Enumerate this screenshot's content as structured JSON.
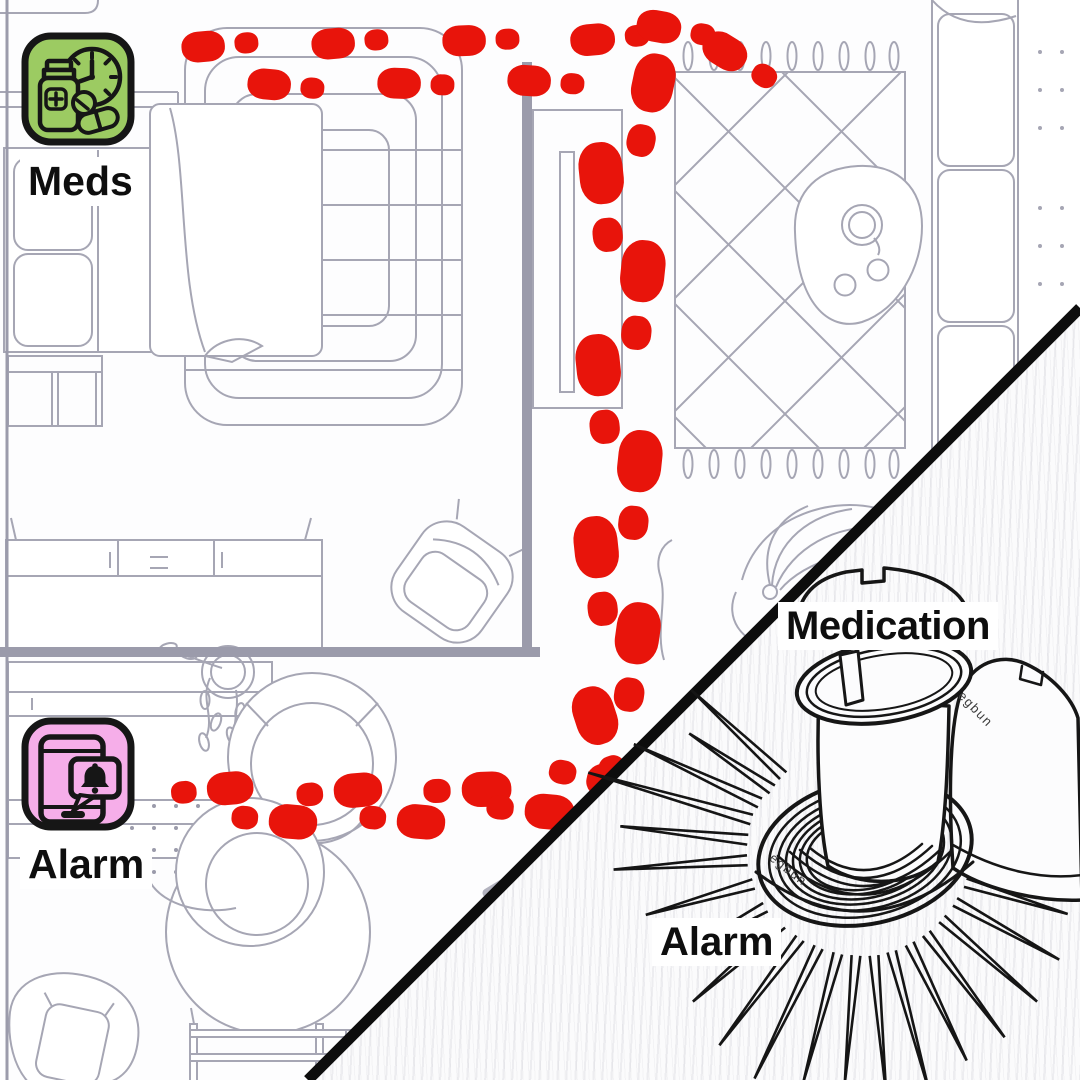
{
  "scene": {
    "description": "Top-view apartment floor plan with red footprint path from alarm to meds, diagonal split showing product sketch",
    "path_story": "footprints lead from Alarm phone to Meds station"
  },
  "floor_plan_labels": {
    "meds": "Meds",
    "alarm": "Alarm"
  },
  "product_labels": {
    "medication": "Medication",
    "alarm": "Alarm",
    "brand": "egbun"
  },
  "icons": {
    "meds": "pill-bottle-clock-icon",
    "alarm": "phone-notification-bell-icon"
  },
  "colors": {
    "meds_icon_bg": "#9ccb62",
    "alarm_icon_bg": "#f6aee9",
    "icon_outline": "#161616",
    "footprints_red": "#e8140b",
    "floor_lines": "#a6a6b4",
    "walls": "#9b9bab",
    "diagonal_line": "#0d0d0d",
    "product_ink": "#161616",
    "paper_bg": "#fbfbfc"
  }
}
